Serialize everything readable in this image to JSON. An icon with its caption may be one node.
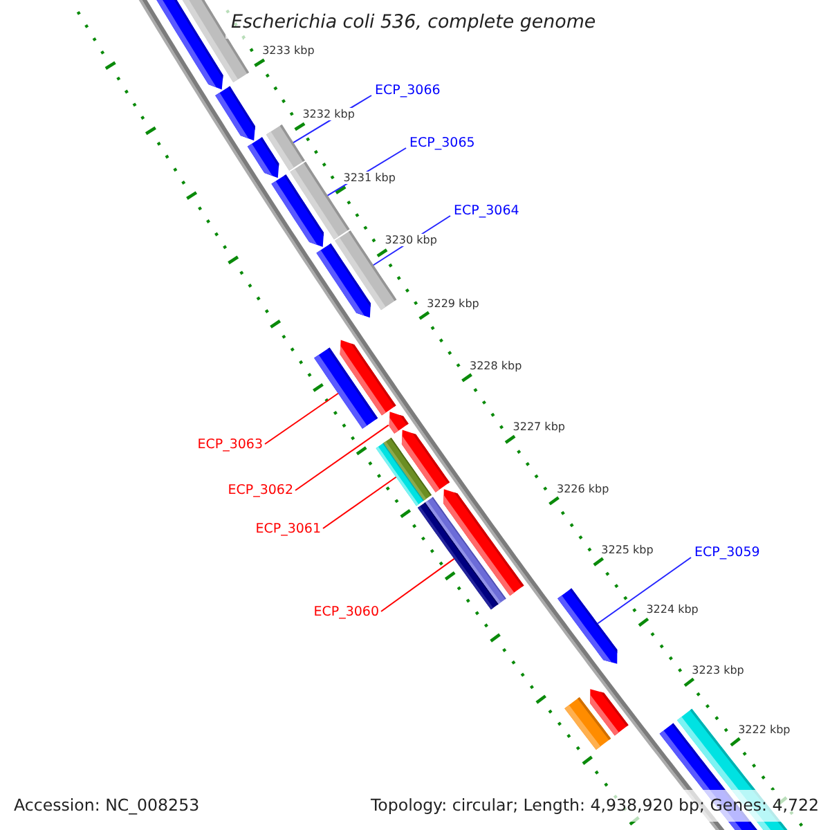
{
  "diagram": {
    "title": "Escherichia coli 536, complete genome",
    "nodes": [
      {
        "text": [
          "ECP_3066"
        ]
      },
      {
        "text": [
          "ECP_3065"
        ]
      },
      {
        "text": [
          "ECP_3064"
        ]
      },
      {
        "text": [
          "ECP_3063"
        ]
      },
      {
        "text": [
          "ECP_3062"
        ]
      },
      {
        "text": [
          "ECP_3061"
        ]
      },
      {
        "text": [
          "ECP_3059"
        ]
      },
      {
        "text": [
          "ECP_3060"
        ]
      },
      {
        "text": [],
        "shape": "pentagon"
      },
      {
        "text": [],
        "shape": "bar"
      },
      {
        "text": [],
        "shape": "pentagon"
      },
      {
        "text": [],
        "shape": "pentagon"
      },
      {
        "text": [],
        "shape": "bar"
      },
      {
        "text": [],
        "shape": "pentagon"
      },
      {
        "text": [],
        "shape": "bar"
      },
      {
        "text": [],
        "shape": "pentagon"
      },
      {
        "text": [],
        "shape": "bar"
      },
      {
        "text": [],
        "shape": "pentagon"
      },
      {
        "text": [],
        "shape": "bar"
      },
      {
        "text": [],
        "shape": "pentagon"
      },
      {
        "text": [],
        "shape": "pentagon"
      },
      {
        "text": [],
        "shape": "bar"
      },
      {
        "text": [],
        "shape": "pentagon"
      },
      {
        "text": [],
        "shape": "bar"
      },
      {
        "text": [],
        "shape": "pentagon"
      },
      {
        "text": [],
        "shape": "pentagon"
      },
      {
        "text": [],
        "shape": "bar"
      },
      {
        "text": [],
        "shape": "bar"
      },
      {
        "text": [],
        "shape": "bar"
      }
    ],
    "edges": [
      {
        "from": 0,
        "to": 12,
        "arrow": "none"
      },
      {
        "from": 1,
        "to": 14,
        "arrow": "none"
      },
      {
        "from": 2,
        "to": 16,
        "arrow": "none"
      },
      {
        "from": 3,
        "to": 18,
        "arrow": "none",
        "color": "#ff0000"
      },
      {
        "from": 4,
        "to": 19,
        "arrow": "none",
        "color": "#ff0000"
      },
      {
        "from": 5,
        "to": 21,
        "arrow": "none",
        "color": "#ff0000"
      },
      {
        "from": 6,
        "to": 24,
        "arrow": "none"
      },
      {
        "from": 7,
        "to": 23,
        "arrow": "none",
        "color": "#ff0000"
      }
    ],
    "labels": [
      "3233 kbp",
      "3232 kbp",
      "3231 kbp",
      "3230 kbp",
      "3229 kbp",
      "3228 kbp",
      "3227 kbp",
      "3226 kbp",
      "3225 kbp",
      "3224 kbp",
      "3223 kbp",
      "3222 kbp",
      "Accession: NC_008253",
      "Topology: circular; Length: 4,938,920 bp; Genes: 4,722"
    ]
  }
}
